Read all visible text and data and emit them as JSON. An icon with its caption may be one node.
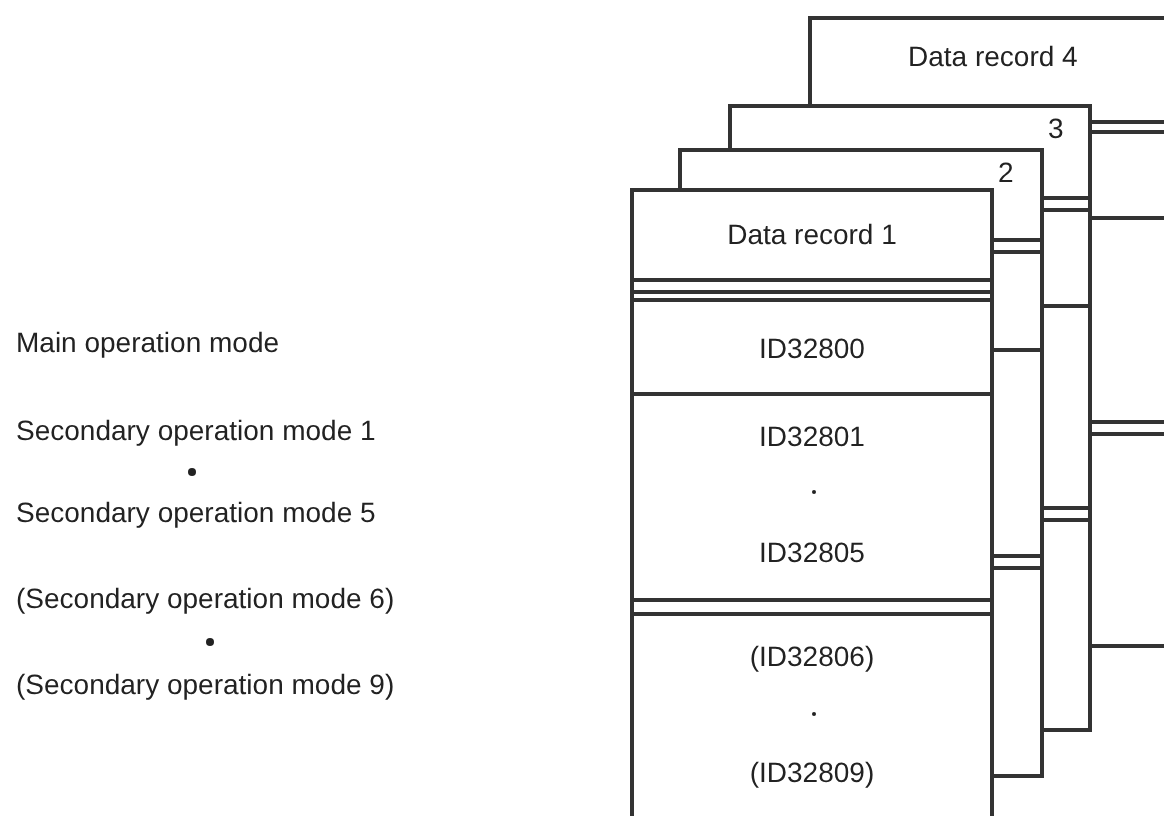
{
  "diagram": {
    "nodes": [
      {
        "text": [
          "Data record 4"
        ]
      },
      {
        "text": [
          "3"
        ]
      },
      {
        "text": [
          "2"
        ]
      },
      {
        "text": [
          "Data record 1"
        ]
      },
      {
        "text": [
          "ID32800"
        ],
        "in": 3
      },
      {
        "text": [
          "ID32801",
          "ID32805"
        ],
        "in": 3
      },
      {
        "text": [
          "(ID32806)",
          "(ID32809)"
        ],
        "in": 3
      }
    ],
    "labels": [
      "Main operation mode",
      "Secondary operation mode 1",
      "Secondary operation mode 5",
      "(Secondary operation mode 6)",
      "(Secondary operation mode 9)"
    ]
  }
}
